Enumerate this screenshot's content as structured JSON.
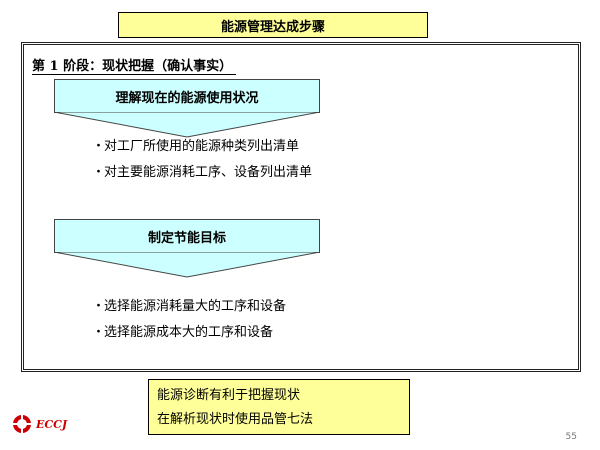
{
  "title": "能源管理达成步骤",
  "stage_heading": "第 1 阶段：现状把握（确认事实）",
  "steps": [
    {
      "label": "理解现在的能源使用状况",
      "bullets": [
        "对工厂所使用的能源种类列出清单",
        "对主要能源消耗工序、设备列出清单"
      ]
    },
    {
      "label": "制定节能目标",
      "bullets": [
        "选择能源消耗量大的工序和设备",
        "选择能源成本大的工序和设备"
      ]
    }
  ],
  "bullet_marker": "・",
  "note": {
    "lines": [
      "能源诊断有利于把握现状",
      "在解析现状时使用品管七法"
    ]
  },
  "logo": {
    "text": "ECCJ",
    "icon": "eccj-logo-icon"
  },
  "page_number": "55",
  "colors": {
    "title_bg": "#ffff99",
    "step_bg": "#ccffff",
    "note_bg": "#ffff99",
    "logo": "#cc0000"
  }
}
